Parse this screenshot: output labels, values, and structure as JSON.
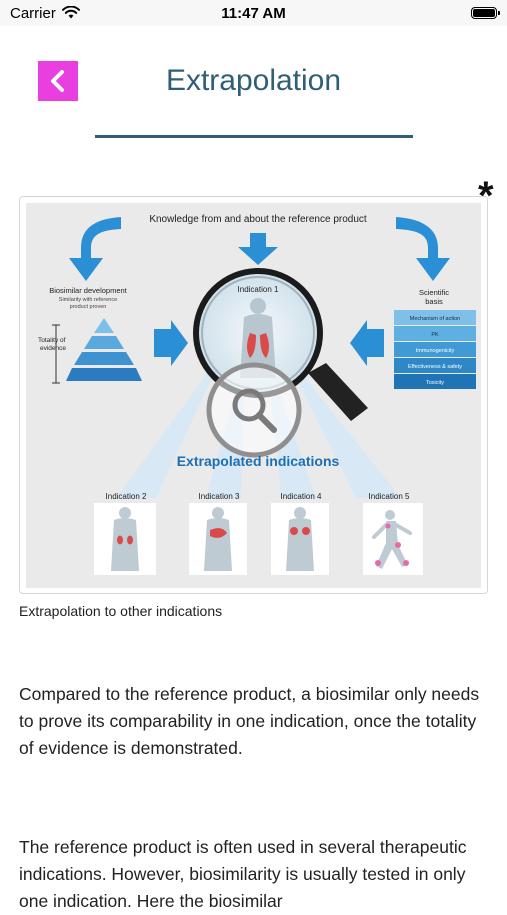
{
  "status": {
    "carrier": "Carrier",
    "time": "11:47 AM"
  },
  "header": {
    "title": "Extrapolation"
  },
  "figure": {
    "asterisk": "*",
    "caption": "Extrapolation to other indications",
    "top_text": "Knowledge from and about the reference product",
    "left_heading": "Biosimilar development",
    "left_sub_1": "Similarity with reference",
    "left_sub_2": "product proven",
    "totality_1": "Totality of",
    "totality_2": "evidence",
    "center_label": "Indication 1",
    "right_heading_1": "Scientific",
    "right_heading_2": "basis",
    "basis_items": [
      "Mechanism of action",
      "PK",
      "Immunogenicity",
      "Effectiveness & safety",
      "Toxicity"
    ],
    "extrapolated": "Extrapolated indications",
    "indications": [
      "Indication 2",
      "Indication 3",
      "Indication 4",
      "Indication 5"
    ],
    "colors": {
      "accent_blue": "#2b8fd6",
      "dark_blue": "#1a6fb5",
      "magenta": "#e93fe0",
      "title_teal": "#2f5f77"
    }
  },
  "paragraphs": [
    "Compared to the reference product, a biosimilar only needs to prove its comparability in one indication, once the totality of evidence is demonstrated.",
    "The reference product is often used in several therapeutic indications. However, biosimilarity is usually tested in only one indication. Here the biosimilar"
  ]
}
